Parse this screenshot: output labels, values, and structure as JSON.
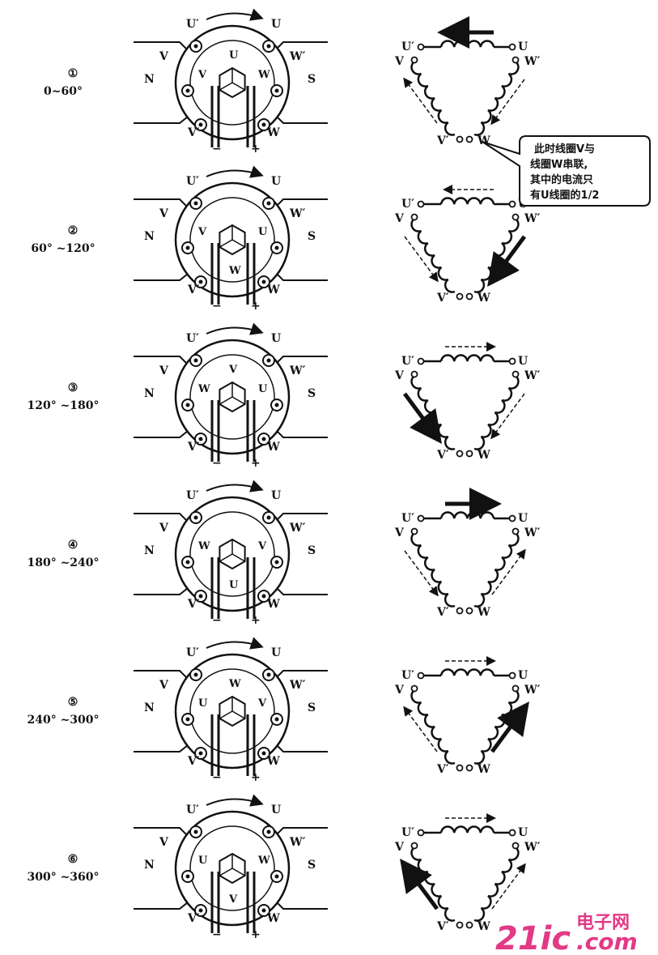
{
  "steps": [
    {
      "num": "①",
      "range": "0~60°",
      "inner": {
        "top": "U",
        "left": "V",
        "right": "W",
        "bottom": ""
      }
    },
    {
      "num": "②",
      "range": "60° ~120°",
      "inner": {
        "top": "",
        "left": "V",
        "right": "U",
        "bottom": "W"
      }
    },
    {
      "num": "③",
      "range": "120° ~180°",
      "inner": {
        "top": "V",
        "left": "W",
        "right": "U",
        "bottom": ""
      }
    },
    {
      "num": "④",
      "range": "180° ~240°",
      "inner": {
        "top": "",
        "left": "W",
        "right": "V",
        "bottom": "U"
      }
    },
    {
      "num": "⑤",
      "range": "240° ~300°",
      "inner": {
        "top": "W",
        "left": "U",
        "right": "V",
        "bottom": ""
      }
    },
    {
      "num": "⑥",
      "range": "300° ~360°",
      "inner": {
        "top": "",
        "left": "U",
        "right": "W",
        "bottom": "V"
      }
    }
  ],
  "motor_labels": {
    "u_prime": "U′",
    "u": "U",
    "v": "V",
    "w_prime": "W′",
    "v_prime": "V′",
    "w": "W",
    "n": "N",
    "s": "S",
    "minus": "−",
    "plus": "+"
  },
  "tri_labels": {
    "u_prime": "U′",
    "u": "U",
    "v": "V",
    "w_prime": "W′",
    "v_prime": "V′",
    "w": "W"
  },
  "callout": [
    "此时线圈V与",
    "线圈W串联,",
    "其中的电流只",
    "有U线圈的1/2"
  ],
  "watermark": {
    "part1": "21ic",
    "part2": "电子网",
    "part3": ".com"
  }
}
